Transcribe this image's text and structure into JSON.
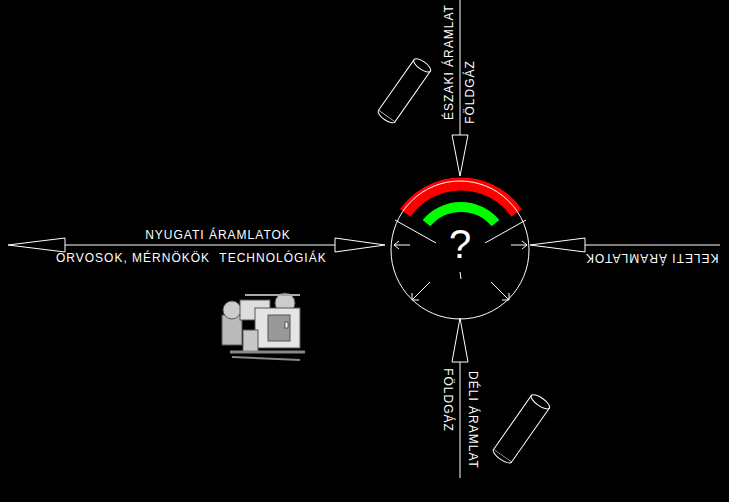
{
  "diagram": {
    "nodes": [
      {
        "text": [
          "?"
        ]
      }
    ],
    "labels": [
      "ÉSZAKI ÁRAMLAT",
      "FÖLDGÁZ",
      "NYUGATI ÁRAMLATOK",
      "ORVOSOK, MÉRNÖKÖK",
      "TECHNOLÓGIÁK",
      "KELETI ÁRAMLATOK",
      "DÉLI ÁRAMLAT",
      "FÖLDGÁZ"
    ]
  }
}
